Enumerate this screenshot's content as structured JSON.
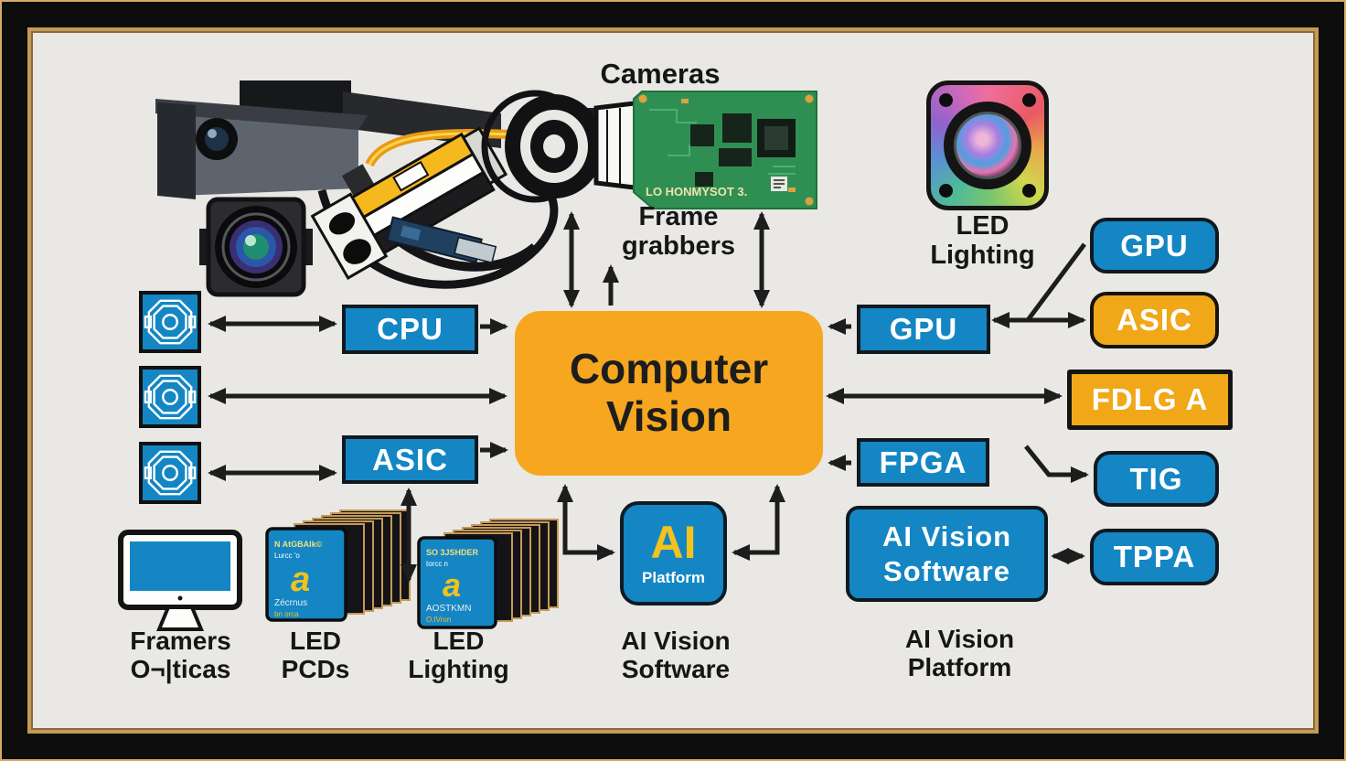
{
  "title_labels": {
    "cameras": "Cameras",
    "frame_grabbers_1": "Frame",
    "frame_grabbers_2": "grabbers",
    "led_top_1": "LED",
    "led_top_2": "Lighting",
    "framers_1": "Framers",
    "framers_2": "O¬|ticas",
    "led_pcds_1": "LED",
    "led_pcds_2": "PCDs",
    "led_bottom_1": "LED",
    "led_bottom_2": "Lighting",
    "ai_software_1": "AI Vision",
    "ai_software_2": "Software",
    "ai_platform_1": "AI Vision",
    "ai_platform_2": "Platform"
  },
  "nodes": {
    "cpu": "CPU",
    "asic_left": "ASIC",
    "cv_1": "Computer",
    "cv_2": "Vision",
    "gpu_mid": "GPU",
    "fpga": "FPGA",
    "gpu_right": "GPU",
    "asic_right": "ASIC",
    "fdlga": "FDLG A",
    "tig": "TIG",
    "tppa": "TPPA",
    "ai_sw_1": "AI Vision",
    "ai_sw_2": "Software",
    "ai_chip_title": "AI",
    "ai_chip_subtitle": "Platform"
  },
  "illustrations": {
    "pcb_silkscreen": "LO HONMYSOT 3.",
    "card1_line1": "N AtGBAlk©",
    "card1_line2": "Lurcc  'o",
    "card1_logo": "a",
    "card1_line3": "Zécrnus",
    "card1_line4": "bn orca",
    "card2_line1": "SO 3JSHDER",
    "card2_line2": "torcc  n",
    "card2_logo": "a",
    "card2_line3": "AOSTKMN",
    "card2_line4": "O.IVron"
  },
  "colors": {
    "node_blue": "#1486c4",
    "accent_orange": "#f6a71f",
    "accent_yellow": "#f0a818",
    "background": "#e9e8e5",
    "frame_black": "#0d0d0d",
    "frame_gold": "#c59a55",
    "arrow_black": "#1d1d1d",
    "pcb_green": "#2f8f52"
  }
}
